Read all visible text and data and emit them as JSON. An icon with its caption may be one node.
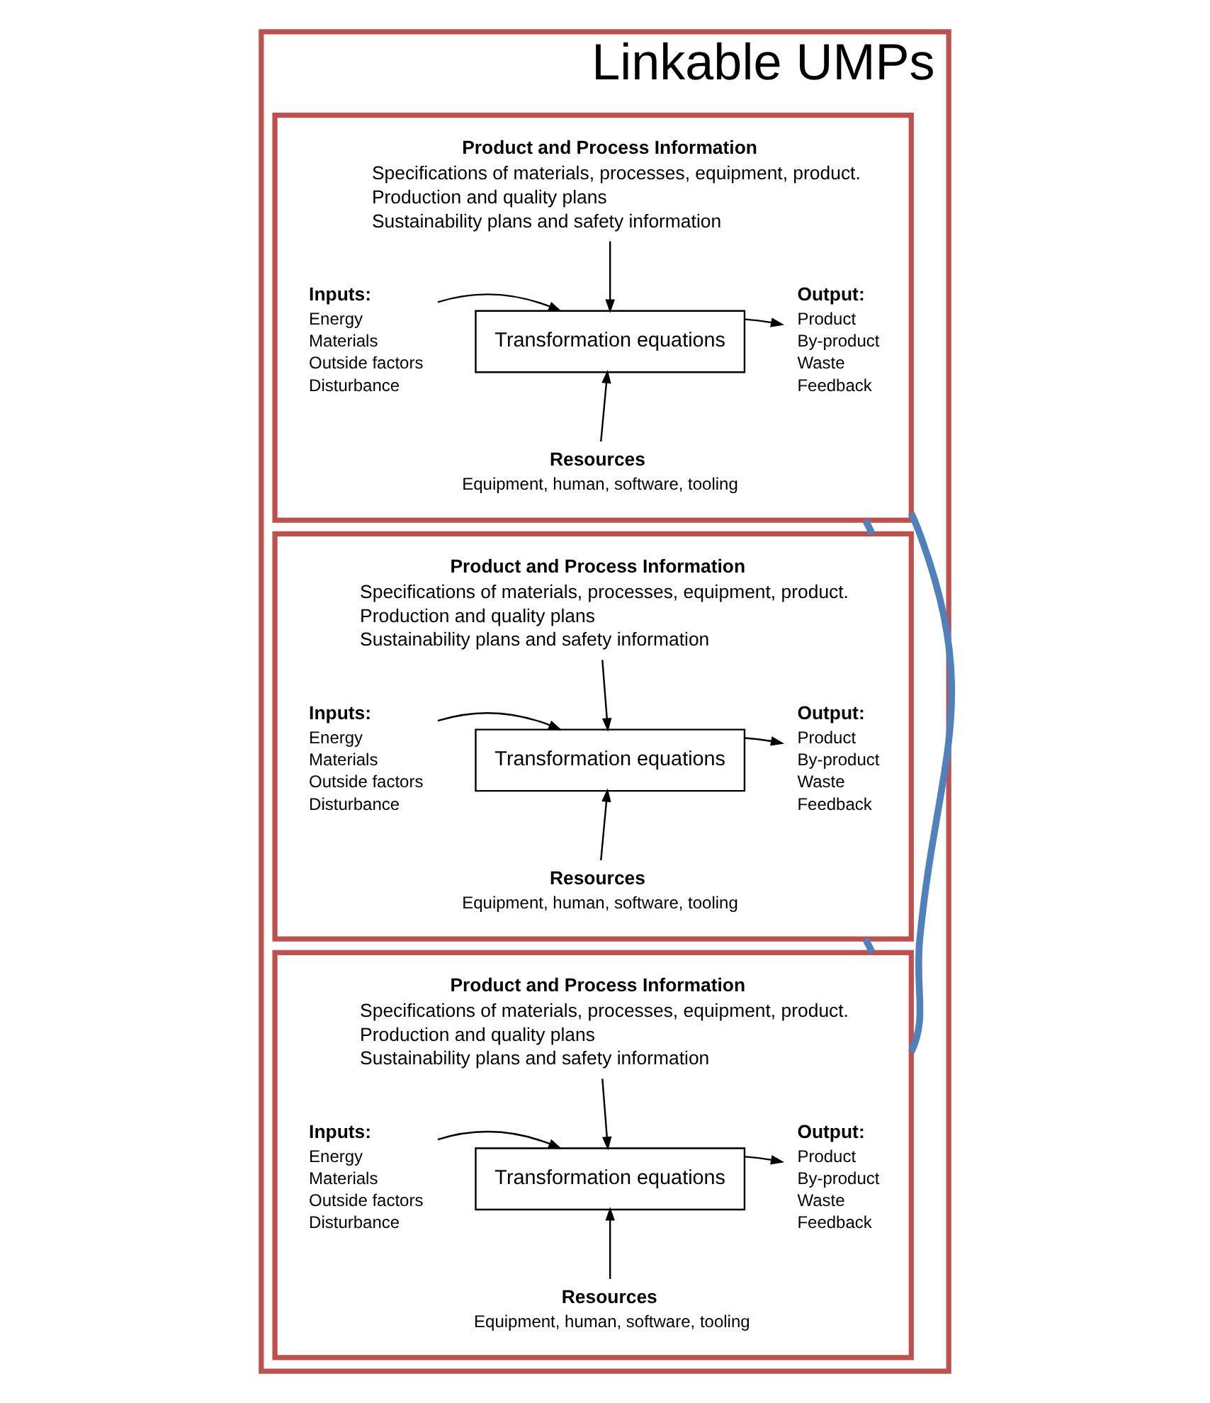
{
  "diagram": {
    "nodes": [
      {
        "text": [
          "Linkable UMPs"
        ]
      },
      {
        "text": [],
        "shape": "box",
        "in": 0
      },
      {
        "text": [
          "Product and Process Information",
          "Specifications of materials, processes, equipment, product.",
          "Production and quality plans",
          "Sustainability plans and safety information"
        ],
        "in": 1
      },
      {
        "text": [
          "Inputs:",
          "Energy",
          "Materials",
          "Outside factors",
          "Disturbance"
        ],
        "in": 1
      },
      {
        "text": [
          "Transformation equations"
        ],
        "in": 1
      },
      {
        "text": [
          "Output:",
          "Product",
          "By-product",
          "Waste",
          "Feedback"
        ],
        "in": 1
      },
      {
        "text": [
          "Resources",
          "Equipment, human, software, tooling"
        ],
        "in": 1
      },
      {
        "text": [],
        "shape": "box",
        "in": 0
      },
      {
        "text": [
          "Product and Process Information",
          "Specifications of materials, processes, equipment, product.",
          "Production and quality plans",
          "Sustainability plans and safety information"
        ],
        "in": 7
      },
      {
        "text": [
          "Inputs:",
          "Energy",
          "Materials",
          "Outside factors",
          "Disturbance"
        ],
        "in": 7
      },
      {
        "text": [
          "Transformation equations"
        ],
        "in": 7
      },
      {
        "text": [
          "Output:",
          "Product",
          "By-product",
          "Waste",
          "Feedback"
        ],
        "in": 7
      },
      {
        "text": [
          "Resources",
          "Equipment, human, software, tooling"
        ],
        "in": 7
      },
      {
        "text": [],
        "shape": "box",
        "in": 0
      },
      {
        "text": [
          "Product and Process Information",
          "Specifications of materials, processes, equipment, product.",
          "Production and quality plans",
          "Sustainability plans and safety information"
        ],
        "in": 13
      },
      {
        "text": [
          "Inputs:",
          "Energy",
          "Materials",
          "Outside factors",
          "Disturbance"
        ],
        "in": 13
      },
      {
        "text": [
          "Transformation equations"
        ],
        "in": 13
      },
      {
        "text": [
          "Output:",
          "Product",
          "By-product",
          "Waste",
          "Feedback"
        ],
        "in": 13
      },
      {
        "text": [
          "Resources",
          "Equipment, human, software, tooling"
        ],
        "in": 13
      }
    ],
    "edges": [
      {
        "from": 2,
        "to": 4,
        "arrow": "to"
      },
      {
        "from": 3,
        "to": 4,
        "arrow": "to"
      },
      {
        "from": 4,
        "to": 5,
        "arrow": "to"
      },
      {
        "from": 6,
        "to": 4,
        "arrow": "to"
      },
      {
        "from": 8,
        "to": 10,
        "arrow": "to"
      },
      {
        "from": 9,
        "to": 10,
        "arrow": "to"
      },
      {
        "from": 10,
        "to": 11,
        "arrow": "to"
      },
      {
        "from": 12,
        "to": 10,
        "arrow": "to"
      },
      {
        "from": 14,
        "to": 16,
        "arrow": "to"
      },
      {
        "from": 15,
        "to": 16,
        "arrow": "to"
      },
      {
        "from": 16,
        "to": 17,
        "arrow": "to"
      },
      {
        "from": 18,
        "to": 16,
        "arrow": "to"
      },
      {
        "from": 1,
        "to": 7,
        "arrow": "none",
        "style": "thick",
        "color": "#4f81bd"
      },
      {
        "from": 1,
        "to": 13,
        "arrow": "none",
        "style": "thick",
        "color": "#4f81bd"
      },
      {
        "from": 7,
        "to": 13,
        "arrow": "none",
        "style": "thick",
        "color": "#4f81bd"
      }
    ]
  }
}
